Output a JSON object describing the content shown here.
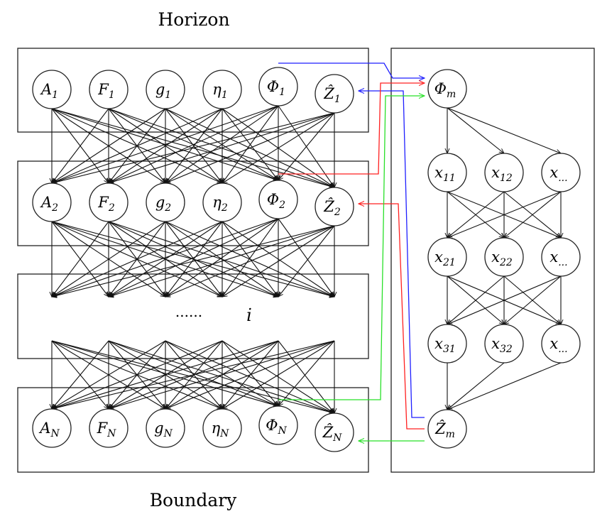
{
  "labels": {
    "top": "Horizon",
    "bottom": "Boundary",
    "middle_dots": "......",
    "middle_index": "i"
  },
  "left_layers": [
    {
      "nodes": [
        {
          "main": "A",
          "sub": "1"
        },
        {
          "main": "F",
          "sub": "1"
        },
        {
          "main": "g",
          "sub": "1"
        },
        {
          "main": "η",
          "sub": "1"
        },
        {
          "main": "Φ",
          "sub": "1"
        },
        {
          "main": "Ẑ",
          "sub": "1"
        }
      ]
    },
    {
      "nodes": [
        {
          "main": "A",
          "sub": "2"
        },
        {
          "main": "F",
          "sub": "2"
        },
        {
          "main": "g",
          "sub": "2"
        },
        {
          "main": "η",
          "sub": "2"
        },
        {
          "main": "Φ",
          "sub": "2"
        },
        {
          "main": "Ẑ",
          "sub": "2"
        }
      ]
    },
    {
      "nodes": [
        {
          "main": "A",
          "sub": "N"
        },
        {
          "main": "F",
          "sub": "N"
        },
        {
          "main": "g",
          "sub": "N"
        },
        {
          "main": "η",
          "sub": "N"
        },
        {
          "main": "Φ",
          "sub": "N"
        },
        {
          "main": "Ẑ",
          "sub": "N"
        }
      ]
    }
  ],
  "right_nodes": {
    "top": {
      "main": "Φ",
      "sub": "m"
    },
    "rows": [
      [
        {
          "main": "x",
          "sub": "11"
        },
        {
          "main": "x",
          "sub": "12"
        },
        {
          "main": "x",
          "sub": "..."
        }
      ],
      [
        {
          "main": "x",
          "sub": "21"
        },
        {
          "main": "x",
          "sub": "22"
        },
        {
          "main": "x",
          "sub": "..."
        }
      ],
      [
        {
          "main": "x",
          "sub": "31"
        },
        {
          "main": "x",
          "sub": "32"
        },
        {
          "main": "x",
          "sub": "..."
        }
      ]
    ],
    "bottom": {
      "main": "Ẑ",
      "sub": "m"
    }
  },
  "colors": {
    "edge": "#111111",
    "blue": "#1f1fff",
    "red": "#ff2020",
    "green": "#28e028"
  }
}
